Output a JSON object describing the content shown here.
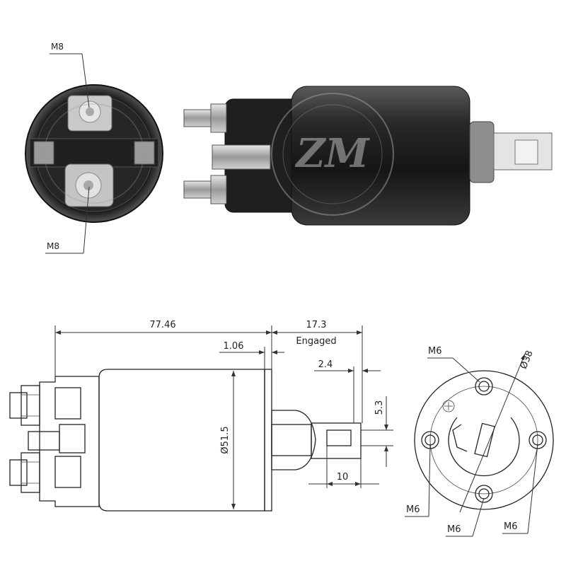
{
  "photo": {
    "labels": {
      "top_bolt": "M8",
      "bottom_bolt": "M8"
    },
    "watermark": "ZM"
  },
  "drawing": {
    "dims": {
      "overall_length": "77.46",
      "stroke": "17.3",
      "engaged": "Engaged",
      "gap": "1.06",
      "pin_width": "2.4",
      "body_diameter": "Ø51.5",
      "pin_offset": "5.3",
      "pin_length": "10"
    },
    "end_view": {
      "bolt_circle": "Ø38",
      "thread_top": "M6",
      "thread_left": "M6",
      "thread_bottom": "M6",
      "thread_right": "M6"
    }
  },
  "colors": {
    "body_dark": "#1e1e1e",
    "metal": "#b9b9b9",
    "line": "#222222"
  }
}
